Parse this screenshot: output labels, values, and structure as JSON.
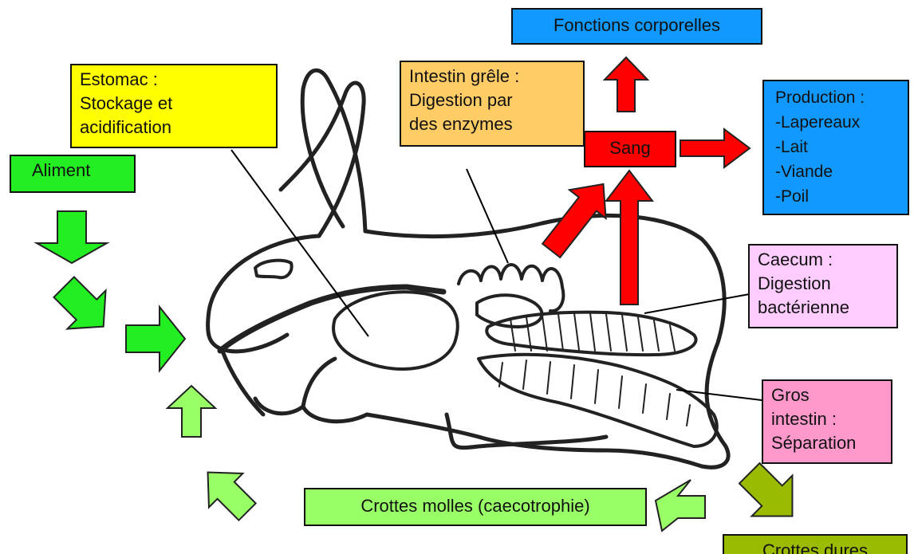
{
  "colors": {
    "green_bright": "#22ee22",
    "green_light": "#99ff66",
    "olive": "#99bb00",
    "red": "#ff0000",
    "blue": "#1199ff",
    "yellow": "#ffff00",
    "orange": "#ffcc66",
    "pink_light": "#ffccff",
    "pink": "#ff99cc",
    "outline": "#222222"
  },
  "labels": {
    "aliment": "Aliment",
    "estomac": [
      "Estomac :",
      "Stockage et",
      "acidification"
    ],
    "intestin_grele": [
      "Intestin grêle :",
      "Digestion par",
      "des enzymes"
    ],
    "sang": "Sang",
    "fonctions": "Fonctions corporelles",
    "production": [
      "Production :",
      "-Lapereaux",
      "-Lait",
      "-Viande",
      "-Poil"
    ],
    "caecum": [
      "Caecum :",
      "Digestion",
      "bactérienne"
    ],
    "gros_intestin": [
      "Gros",
      "intestin :",
      "Séparation"
    ],
    "crottes_molles": "Crottes molles (caecotrophie)",
    "crottes_dures": "Crottes dures"
  }
}
